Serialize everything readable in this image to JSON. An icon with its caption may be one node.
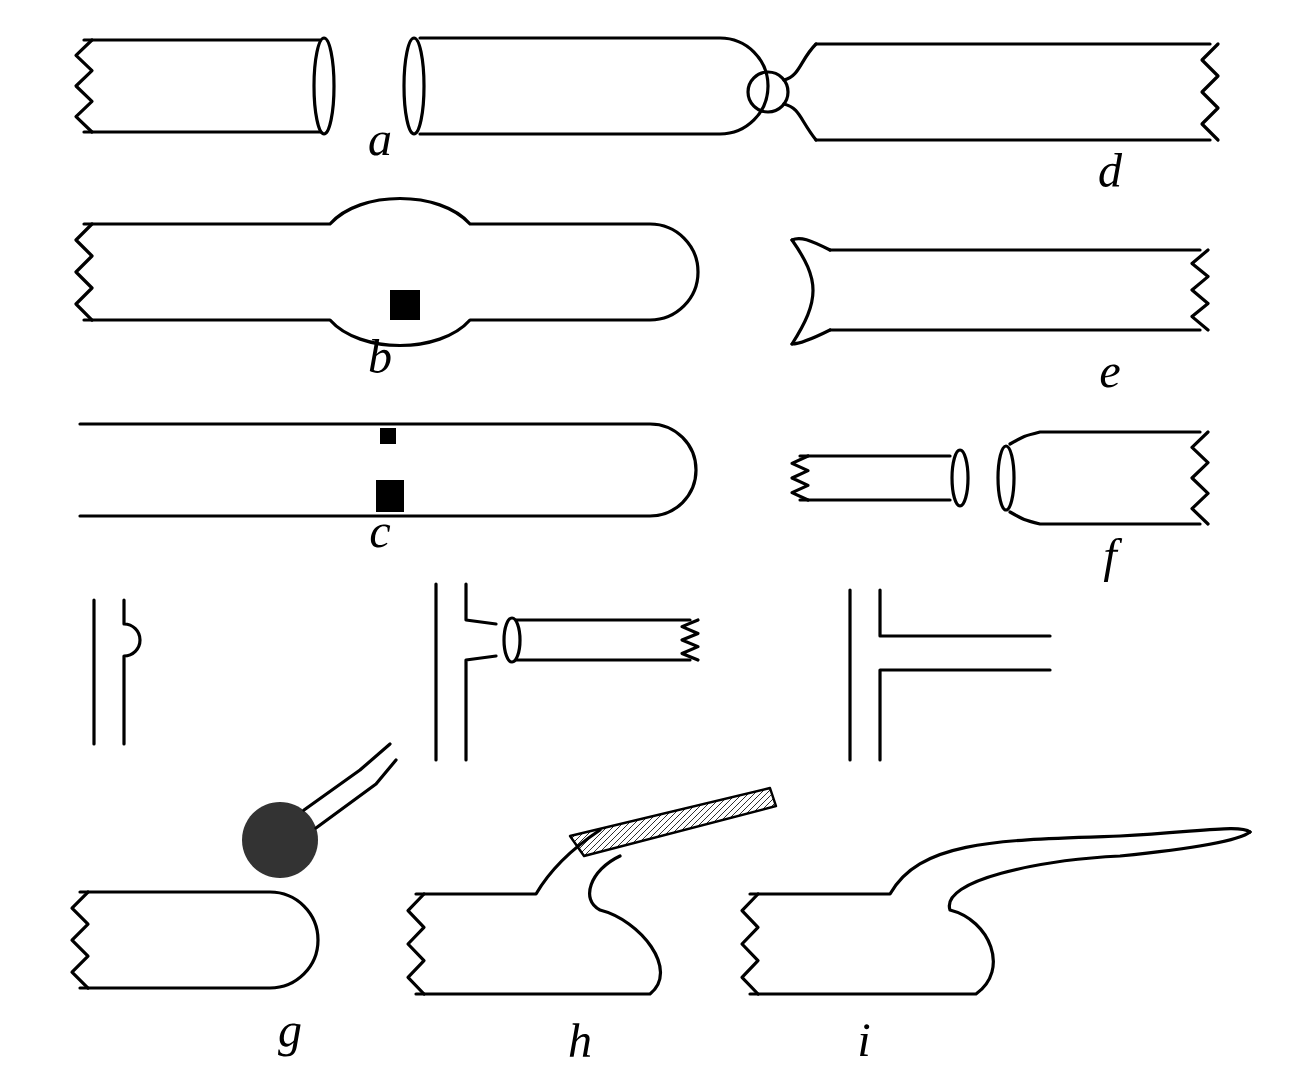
{
  "diagram": {
    "labels": [
      "a",
      "d",
      "b",
      "e",
      "c",
      "f",
      "g",
      "h",
      "i"
    ]
  }
}
